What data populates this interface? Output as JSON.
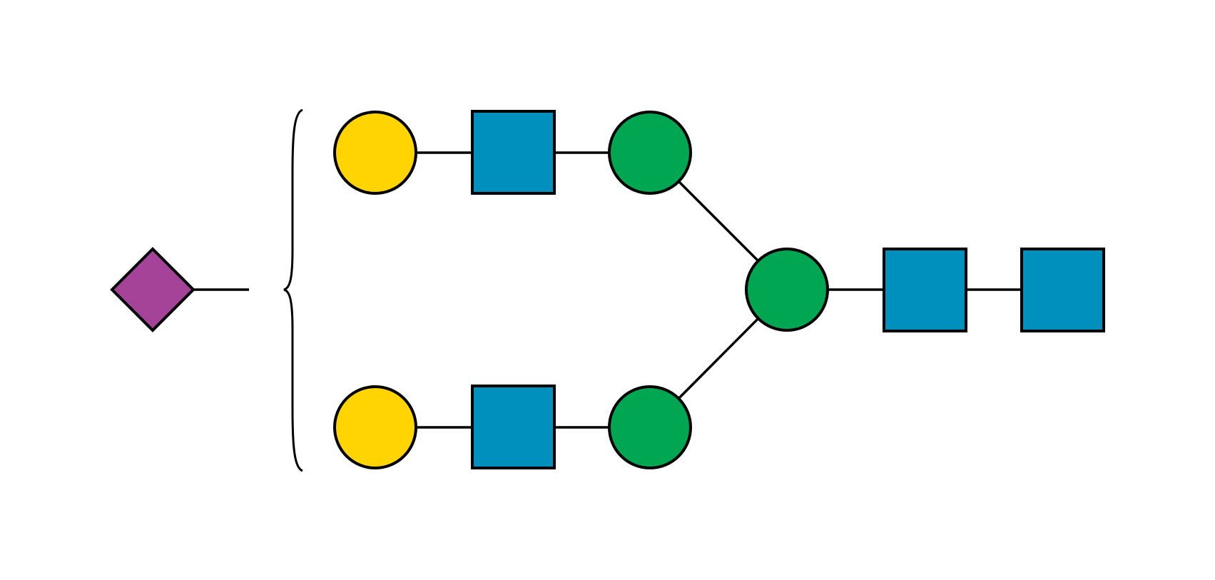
{
  "diagram": {
    "type": "glycan-structure",
    "colors": {
      "galactose": "#FFD400",
      "glcnac": "#0090BE",
      "mannose": "#00A651",
      "neuac": "#A54399",
      "outline": "#000000",
      "background": "#FFFFFF"
    },
    "residues": [
      {
        "id": "neuac",
        "symbol": "diamond",
        "color": "#A54399",
        "icon": "purple-diamond-neuac"
      },
      {
        "id": "gal-upper",
        "symbol": "circle",
        "color": "#FFD400",
        "icon": "yellow-circle-galactose"
      },
      {
        "id": "glcnac-upper",
        "symbol": "square",
        "color": "#0090BE",
        "icon": "blue-square-glcnac"
      },
      {
        "id": "man-upper",
        "symbol": "circle",
        "color": "#00A651",
        "icon": "green-circle-mannose"
      },
      {
        "id": "gal-lower",
        "symbol": "circle",
        "color": "#FFD400",
        "icon": "yellow-circle-galactose"
      },
      {
        "id": "glcnac-lower",
        "symbol": "square",
        "color": "#0090BE",
        "icon": "blue-square-glcnac"
      },
      {
        "id": "man-lower",
        "symbol": "circle",
        "color": "#00A651",
        "icon": "green-circle-mannose"
      },
      {
        "id": "man-core",
        "symbol": "circle",
        "color": "#00A651",
        "icon": "green-circle-mannose"
      },
      {
        "id": "glcnac-core-1",
        "symbol": "square",
        "color": "#0090BE",
        "icon": "blue-square-glcnac"
      },
      {
        "id": "glcnac-core-2",
        "symbol": "square",
        "color": "#0090BE",
        "icon": "blue-square-glcnac"
      }
    ],
    "linkages": [
      {
        "from": "gal-upper",
        "to": "glcnac-upper"
      },
      {
        "from": "glcnac-upper",
        "to": "man-upper"
      },
      {
        "from": "man-upper",
        "to": "man-core"
      },
      {
        "from": "gal-lower",
        "to": "glcnac-lower"
      },
      {
        "from": "glcnac-lower",
        "to": "man-lower"
      },
      {
        "from": "man-lower",
        "to": "man-core"
      },
      {
        "from": "man-core",
        "to": "glcnac-core-1"
      },
      {
        "from": "glcnac-core-1",
        "to": "glcnac-core-2"
      }
    ],
    "uncertain_attachment": {
      "residue": "neuac",
      "targets": [
        "gal-upper",
        "gal-lower"
      ],
      "bracket": "curly-brace"
    }
  }
}
